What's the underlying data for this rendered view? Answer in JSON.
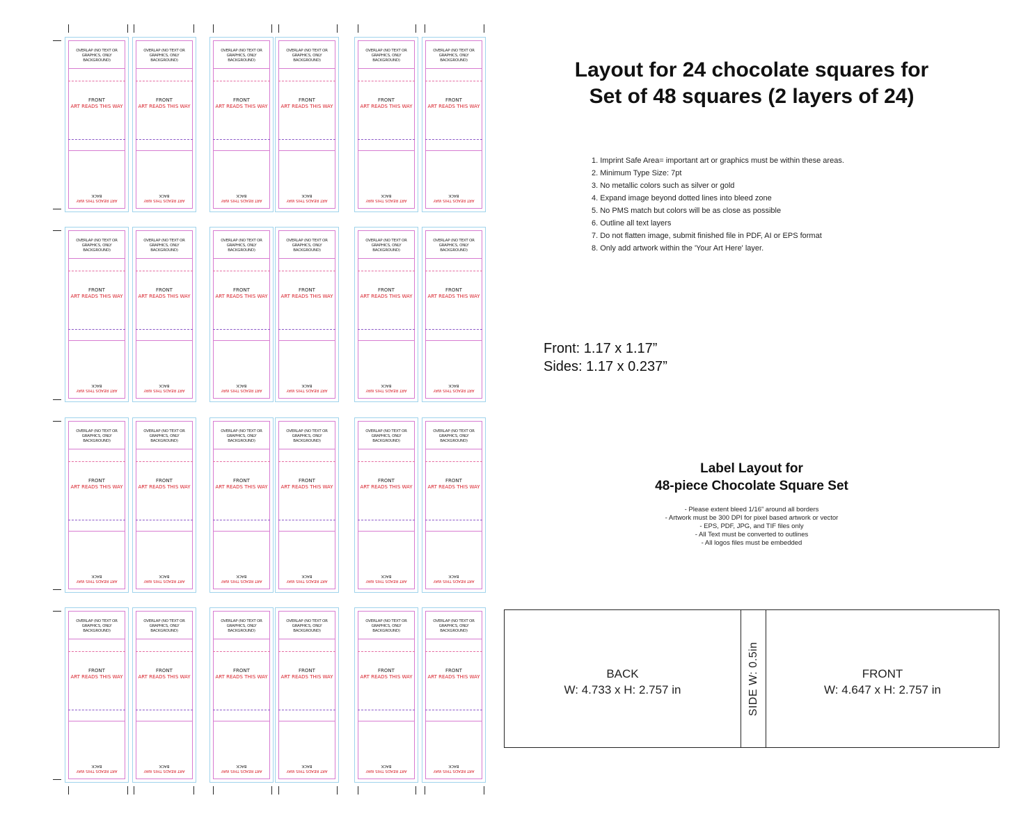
{
  "layout": {
    "title_line1": "Layout for 24 chocolate squares for",
    "title_line2": "Set of 48 squares (2 layers of 24)"
  },
  "notes": [
    "1. Imprint Safe Area= important art or graphics must be within these areas.",
    "2. Minimum Type Size: 7pt",
    "3. No metallic colors such as silver or gold",
    "4. Expand image beyond dotted lines into bleed zone",
    "5. No PMS match but colors will be as close as possible",
    "6. Outline all text layers",
    "7. Do not flatten image, submit finished file in PDF, AI or EPS format",
    "8. Only add artwork within the 'Your Art Here' layer."
  ],
  "dimensions": {
    "front": "Front: 1.17 x 1.17”",
    "sides": "Sides: 1.17 x 0.237”"
  },
  "label": {
    "title_line1": "Label Layout for",
    "title_line2": "48-piece Chocolate Square Set",
    "bleed_notes": [
      "- Please extent bleed 1/16” around all borders",
      "- Artwork must be 300 DPI for pixel based artwork or vector",
      "- EPS, PDF, JPG, and TIF files only",
      "- All Text must be converted to outlines",
      "- All logos files must be embedded"
    ],
    "back_name": "BACK",
    "back_size": "W: 4.733 x H: 2.757 in",
    "side": "SIDE W: 0.5in",
    "front_name": "FRONT",
    "front_size": "W: 4.647 x H: 2.757 in"
  },
  "card": {
    "overlap_line1": "OVERLAP (NO TEXT OR",
    "overlap_line2": "GRAPHICS, ONLY BACKGROUND)",
    "front": "FRONT",
    "front_direction": "ART READS THIS WAY",
    "back_direction": "ART READS THIS WAY",
    "back": "BACK",
    "rows": 4,
    "columns": 6
  },
  "colors": {
    "trim": "#9fd3ec",
    "safe": "#d77ad1",
    "fold": "#8a55c8",
    "bleed": "#e56aa0",
    "art_direction": "#d8202a"
  }
}
